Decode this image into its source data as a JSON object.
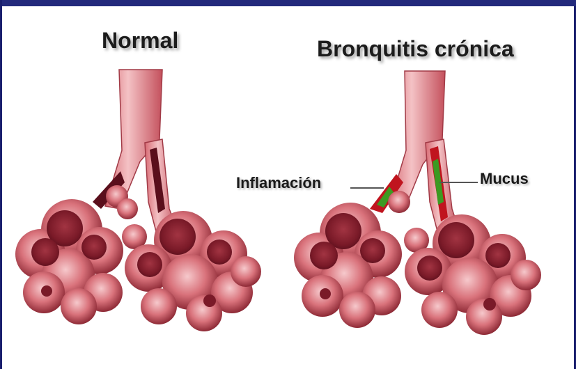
{
  "titles": {
    "normal": "Normal",
    "bronchitis": "Bronquitis crónica"
  },
  "callouts": {
    "inflammation": "Inflamación",
    "mucus": "Mucus"
  },
  "colors": {
    "frame": "#232a7c",
    "tissue": "#c9545f",
    "tissue_light": "#f2b9bd",
    "tissue_dark": "#6e1420",
    "mucus_green": "#3c9a22",
    "inflammation_red": "#c0141e"
  }
}
